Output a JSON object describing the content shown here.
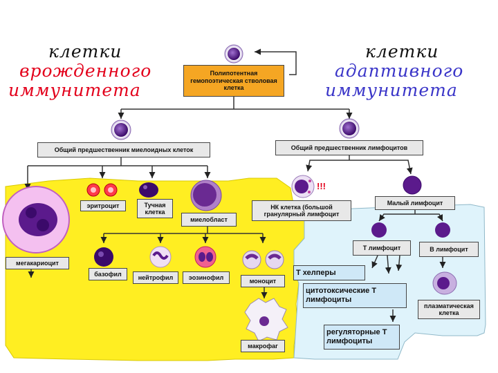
{
  "headings": {
    "innate": [
      "клетки",
      "врожденного",
      "иммунитета"
    ],
    "adaptive": [
      "клетки",
      "адаптивного",
      "иммунитета"
    ]
  },
  "colors": {
    "innate_word": "#e3001b",
    "adaptive_word": "#3a35c8",
    "heading_black": "#111111",
    "innate_region": "#ffee22",
    "adaptive_region": "#dff3fb",
    "stem_box": "#f5a623",
    "cell_purple": "#5b1a8c"
  },
  "boxes": {
    "stem": "Полипотентная гемопоэтическая стволовая клетка",
    "myeloid_precursor": "Общий предшественник миелоидных клеток",
    "lymphoid_precursor": "Общий предшественник лимфоцитов",
    "erythrocyte": "эритроцит",
    "mast_cell": "Тучная клетка",
    "myeloblast": "миелобласт",
    "megakaryocyte": "мегакариоцит",
    "basophil": "базофил",
    "neutrophil": "нейтрофил",
    "eosinophil": "эозинофил",
    "monocyte": "моноцит",
    "macrophage": "макрофаг",
    "nk_cell": "НК клетка (большой гранулярный лимфоцит",
    "small_lymphocyte": "Малый лимфоцит",
    "t_lymphocyte": "Т лимфоцит",
    "b_lymphocyte": "В лимфоцит",
    "t_helpers": "Т хелперы",
    "cytotoxic_t": "цитотоксические Т лимфоциты",
    "regulatory_t": "регуляторные Т лимфоциты",
    "plasma_cell": "плазматическая клетка"
  },
  "nk_marker": "!!!"
}
